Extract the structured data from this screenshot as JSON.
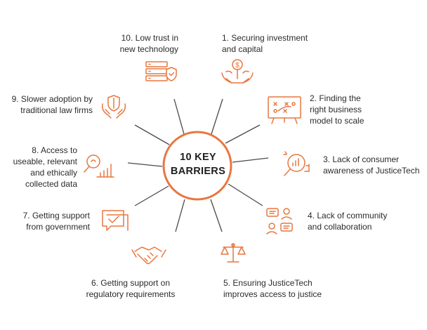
{
  "center": {
    "line1": "10 KEY",
    "line2": "BARRIERS"
  },
  "accent_color": "#e8773f",
  "spoke_color": "#4a4a4a",
  "barriers": [
    {
      "lines": [
        "1. Securing investment",
        "and capital"
      ],
      "icon": "money-hands-icon"
    },
    {
      "lines": [
        "2. Finding the",
        "right business",
        "model to scale"
      ],
      "icon": "strategy-board-icon"
    },
    {
      "lines": [
        "3. Lack of consumer",
        "awareness of JusticeTech"
      ],
      "icon": "magnifier-chart-icon"
    },
    {
      "lines": [
        "4. Lack of community",
        "and collaboration"
      ],
      "icon": "people-chat-icon"
    },
    {
      "lines": [
        "5. Ensuring JusticeTech",
        "improves access to justice"
      ],
      "icon": "scales-icon"
    },
    {
      "lines": [
        "6. Getting support on",
        "regulatory requirements"
      ],
      "icon": "handshake-icon"
    },
    {
      "lines": [
        "7. Getting support",
        "from government"
      ],
      "icon": "chat-check-icon"
    },
    {
      "lines": [
        "8. Access to",
        "useable, relevant",
        "and ethically",
        "collected data"
      ],
      "icon": "data-search-icon"
    },
    {
      "lines": [
        "9. Slower adoption by",
        "traditional law firms"
      ],
      "icon": "shield-hands-icon"
    },
    {
      "lines": [
        "10. Low trust in",
        "new technology"
      ],
      "icon": "server-shield-icon"
    }
  ]
}
